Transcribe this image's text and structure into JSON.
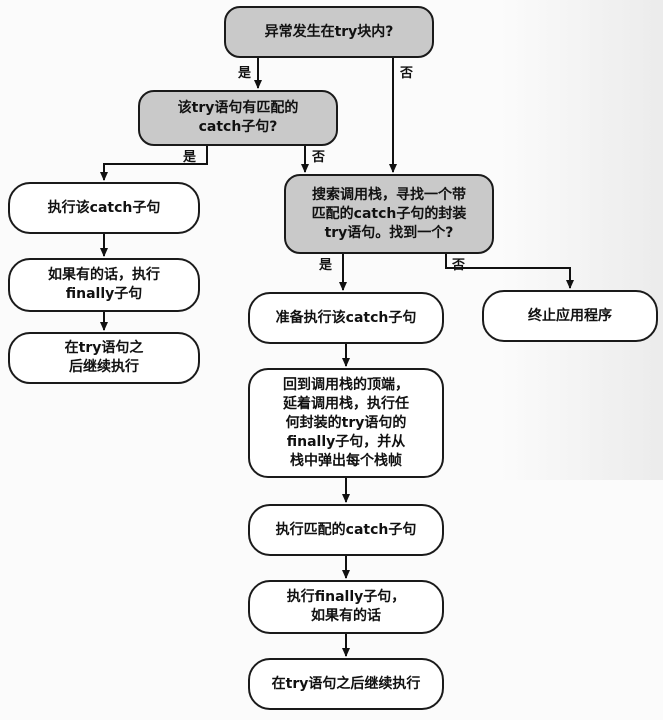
{
  "nodes": {
    "q_try_block": "异常发生在try块内?",
    "q_catch_match": "该try语句有匹配的\ncatch子句?",
    "exec_catch": "执行该catch子句",
    "exec_finally_if_any": "如果有的话，执行\nfinally子句",
    "continue_after_try_left": "在try语句之\n后继续执行",
    "q_search_stack": "搜索调用栈，寻找一个带\n匹配的catch子句的封装\ntry语句。找到一个?",
    "prepare_catch": "准备执行该catch子句",
    "terminate": "终止应用程序",
    "unwind_stack": "回到调用栈的顶端，\n延着调用栈，执行任\n何封装的try语句的\nfinally子句，并从\n栈中弹出每个栈帧",
    "exec_matched_catch": "执行匹配的catch子句",
    "exec_finally_final": "执行finally子句，\n如果有的话",
    "continue_after_try_final": "在try语句之后继续执行"
  },
  "labels": {
    "yes": "是",
    "no": "否"
  }
}
